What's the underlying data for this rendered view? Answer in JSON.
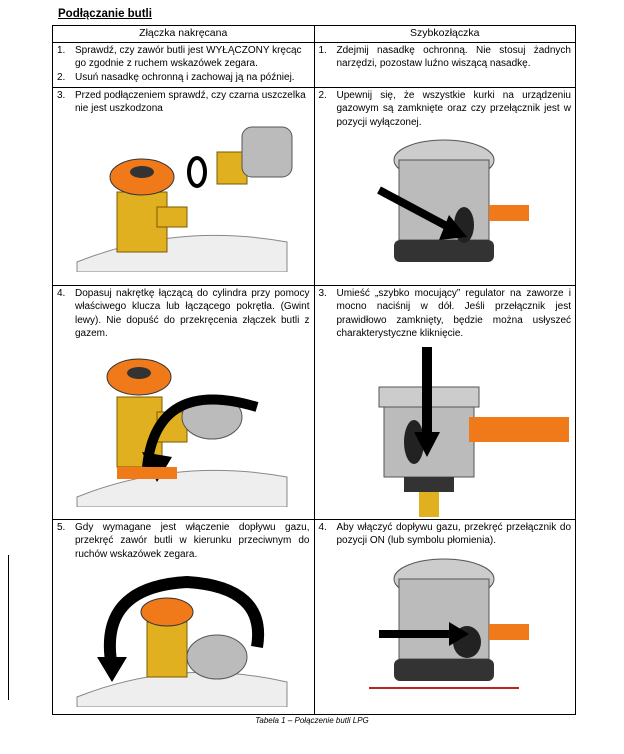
{
  "title": "Podłączanie butli",
  "columns": [
    "Złączka nakręcana",
    "Szybkozłączka"
  ],
  "rows": [
    {
      "left": [
        {
          "n": "1.",
          "t": "Sprawdź, czy zawór butli jest WYŁĄCZONY kręcąc go zgodnie z ruchem wskazówek zegara."
        },
        {
          "n": "2.",
          "t": "Usuń nasadkę ochronną i zachowaj ją na później."
        }
      ],
      "right": [
        {
          "n": "1.",
          "t": "Zdejmij nasadkę ochronną. Nie stosuj żadnych narzędzi, pozostaw luźno wiszącą nasadkę."
        }
      ]
    },
    {
      "left": [
        {
          "n": "3.",
          "t": "Przed podłączeniem sprawdź, czy czarna uszczelka nie jest uszkodzona"
        }
      ],
      "right": [
        {
          "n": "2.",
          "t": "Upewnij się, że wszystkie kurki na urządzeniu gazowym są zamknięte oraz czy przełącznik jest w pozycji wyłączonej."
        }
      ]
    },
    {
      "left": [
        {
          "n": "4.",
          "t": "Dopasuj nakrętkę łączącą do cylindra przy pomocy właściwego klucza lub łączącego pokrętła. (Gwint lewy). Nie dopuść do przekręcenia złączek butli z gazem."
        }
      ],
      "right": [
        {
          "n": "3.",
          "t": "Umieść „szybko mocujący” regulator na zaworze i mocno naciśnij w dół. Jeśli przełącznik jest prawidłowo zamknięty, będzie można usłyszeć charakterystyczne kliknięcie."
        }
      ]
    },
    {
      "left": [
        {
          "n": "5.",
          "t": "Gdy wymagane jest włączenie dopływu gazu, przekręć zawór butli w kierunku przeciwnym do ruchów wskazówek zegara."
        }
      ],
      "right": [
        {
          "n": "4.",
          "t": "Aby włączyć dopływu gazu, przekręć przełącznik do pozycji ON (lub symbolu płomienia)."
        }
      ]
    }
  ],
  "caption": "Tabela 1 – Połączenie butli LPG",
  "colors": {
    "orange": "#f07a1a",
    "brass": "#e0b020",
    "grey": "#a0a0a0"
  }
}
